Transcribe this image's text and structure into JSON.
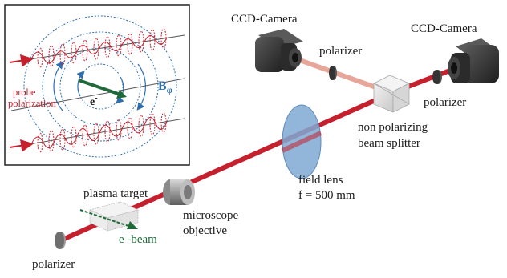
{
  "labels": {
    "ccd_left": "CCD-Camera",
    "ccd_right": "CCD-Camera",
    "polarizer_top": "polarizer",
    "polarizer_right": "polarizer",
    "polarizer_bottom": "polarizer",
    "splitter_line1": "non polarizing",
    "splitter_line2": "beam splitter",
    "lens_line1": "field lens",
    "lens_line2": "f = 500 mm",
    "target": "plasma target",
    "objective_line1": "microscope",
    "objective_line2": "objective",
    "ebeam_e": "e",
    "ebeam_sup": "-",
    "ebeam_rest": "-beam"
  },
  "inset": {
    "probe_line1": "probe",
    "probe_line2": "polarization",
    "field_main": "B",
    "field_sub": "φ",
    "electron": "e",
    "electron_sup": "-"
  },
  "colors": {
    "beam": "#c4202e",
    "beam_faded": "#e6a79a",
    "field": "#2f6fae",
    "electron_arrow": "#1f6a3a",
    "camera": "#3a3a3a",
    "lens": "#7fa9d4"
  }
}
